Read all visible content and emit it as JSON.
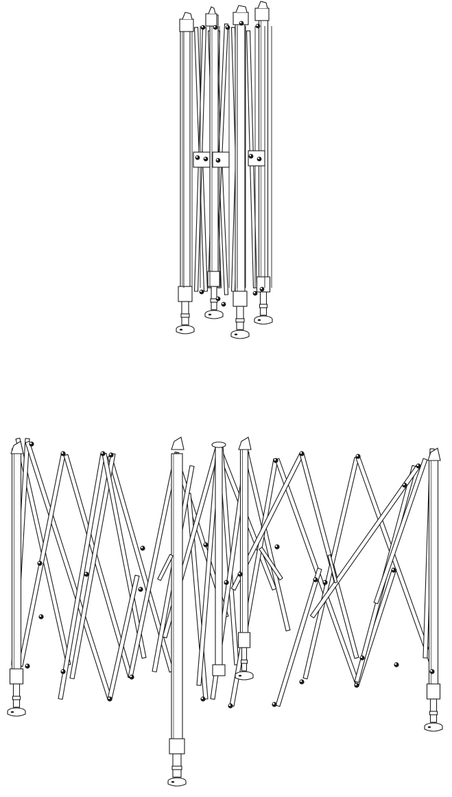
{
  "figure": {
    "ink_color": "#1a1a1a",
    "fill_color": "#ffffff",
    "panels": [
      {
        "id": "folded-frame",
        "state": "folded"
      },
      {
        "id": "expanded-frame",
        "state": "expanded"
      }
    ]
  }
}
